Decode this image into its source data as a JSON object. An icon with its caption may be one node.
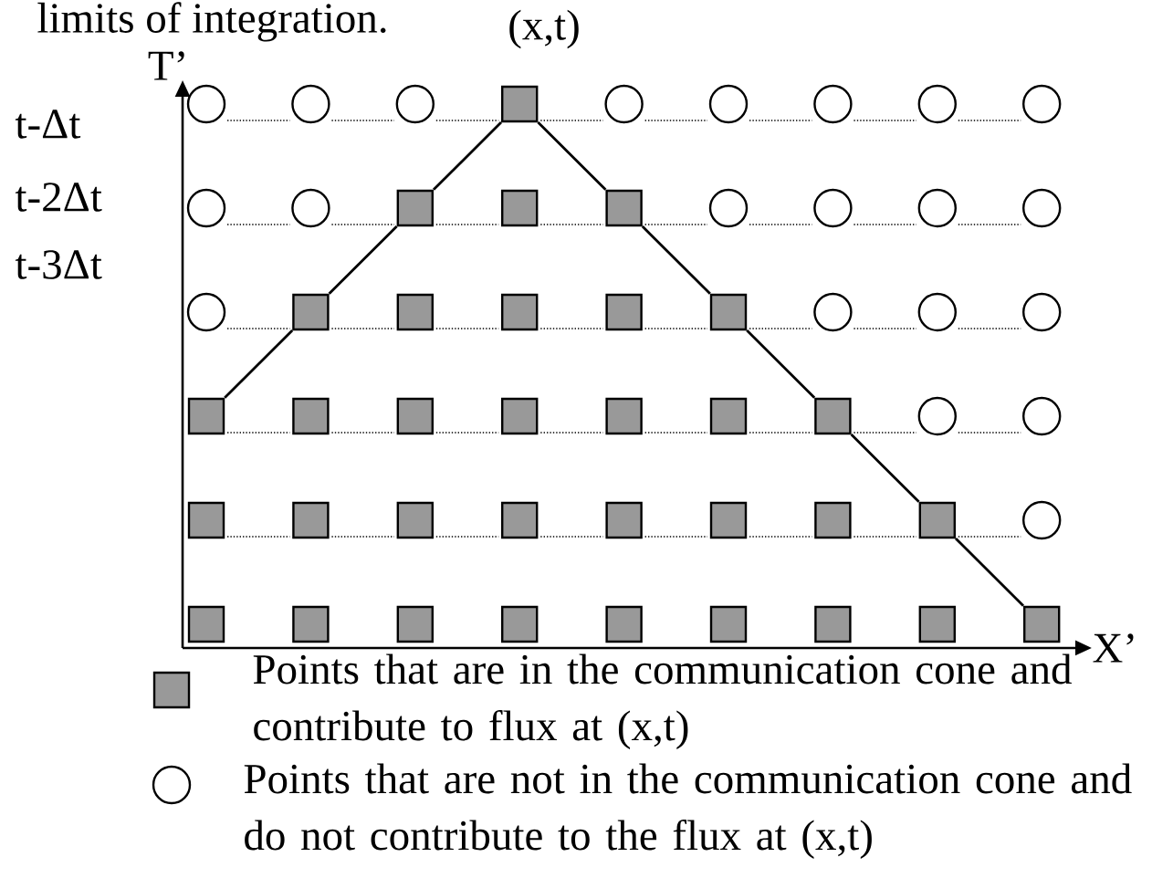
{
  "diagram": {
    "nodes": [
      {
        "text": [],
        "shape": "circle"
      },
      {
        "text": [],
        "shape": "circle"
      },
      {
        "text": [],
        "shape": "circle"
      },
      {
        "text": [],
        "shape": "box"
      },
      {
        "text": [],
        "shape": "circle"
      },
      {
        "text": [],
        "shape": "circle"
      },
      {
        "text": [],
        "shape": "circle"
      },
      {
        "text": [],
        "shape": "circle"
      },
      {
        "text": [],
        "shape": "circle"
      },
      {
        "text": [],
        "shape": "circle"
      },
      {
        "text": [],
        "shape": "circle"
      },
      {
        "text": [],
        "shape": "box"
      },
      {
        "text": [],
        "shape": "box"
      },
      {
        "text": [],
        "shape": "box"
      },
      {
        "text": [],
        "shape": "circle"
      },
      {
        "text": [],
        "shape": "circle"
      },
      {
        "text": [],
        "shape": "circle"
      },
      {
        "text": [],
        "shape": "circle"
      },
      {
        "text": [],
        "shape": "circle"
      },
      {
        "text": [],
        "shape": "box"
      },
      {
        "text": [],
        "shape": "box"
      },
      {
        "text": [],
        "shape": "box"
      },
      {
        "text": [],
        "shape": "box"
      },
      {
        "text": [],
        "shape": "box"
      },
      {
        "text": [],
        "shape": "circle"
      },
      {
        "text": [],
        "shape": "circle"
      },
      {
        "text": [],
        "shape": "circle"
      },
      {
        "text": [],
        "shape": "box"
      },
      {
        "text": [],
        "shape": "box"
      },
      {
        "text": [],
        "shape": "box"
      },
      {
        "text": [],
        "shape": "box"
      },
      {
        "text": [],
        "shape": "box"
      },
      {
        "text": [],
        "shape": "box"
      },
      {
        "text": [],
        "shape": "box"
      },
      {
        "text": [],
        "shape": "circle"
      },
      {
        "text": [],
        "shape": "circle"
      },
      {
        "text": [],
        "shape": "box"
      },
      {
        "text": [],
        "shape": "box"
      },
      {
        "text": [],
        "shape": "box"
      },
      {
        "text": [],
        "shape": "box"
      },
      {
        "text": [],
        "shape": "box"
      },
      {
        "text": [],
        "shape": "box"
      },
      {
        "text": [],
        "shape": "box"
      },
      {
        "text": [],
        "shape": "box"
      },
      {
        "text": [],
        "shape": "circle"
      },
      {
        "text": [],
        "shape": "box"
      },
      {
        "text": [],
        "shape": "box"
      },
      {
        "text": [],
        "shape": "box"
      },
      {
        "text": [],
        "shape": "box"
      },
      {
        "text": [],
        "shape": "box"
      },
      {
        "text": [],
        "shape": "box"
      },
      {
        "text": [],
        "shape": "box"
      },
      {
        "text": [],
        "shape": "box"
      },
      {
        "text": [],
        "shape": "box"
      }
    ],
    "edges": [
      {
        "from": 27,
        "to": 19,
        "arrow": "none"
      },
      {
        "from": 19,
        "to": 11,
        "arrow": "none"
      },
      {
        "from": 11,
        "to": 3,
        "arrow": "none"
      },
      {
        "from": 3,
        "to": 13,
        "arrow": "none"
      },
      {
        "from": 13,
        "to": 23,
        "arrow": "none"
      },
      {
        "from": 23,
        "to": 33,
        "arrow": "none"
      },
      {
        "from": 33,
        "to": 43,
        "arrow": "none"
      },
      {
        "from": 43,
        "to": 53,
        "arrow": "none"
      }
    ],
    "labels": [
      "limits of integration.",
      "(x,t)",
      "T’",
      "t-Δt",
      "t-2Δt",
      "t-3Δt",
      "X’"
    ],
    "legend": [
      {
        "text": "Points that are in the communication cone and contribute to flux at (x,t)"
      },
      {
        "text": "Points that are not in the communication cone and do not contribute to the flux at (x,t)"
      }
    ]
  }
}
